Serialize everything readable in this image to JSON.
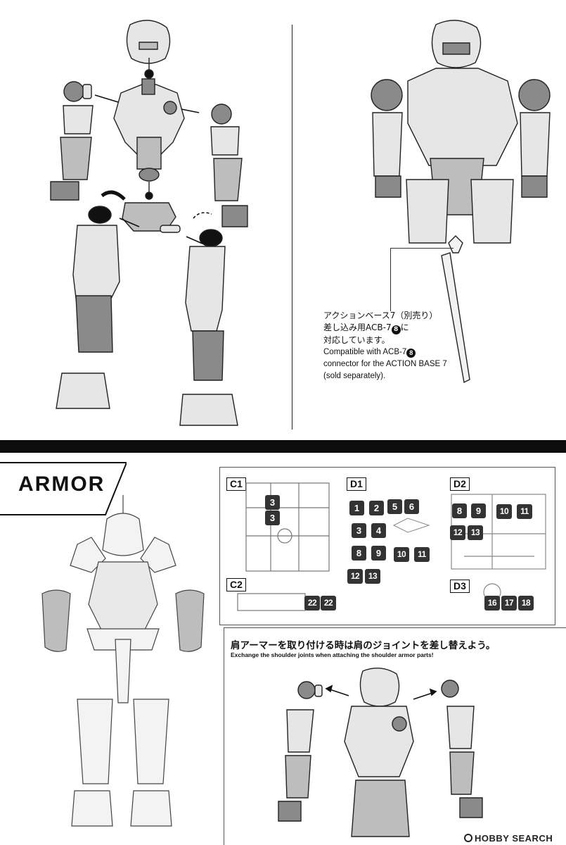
{
  "compat_note": {
    "jp_line1": "アクションベース7（別売り）",
    "jp_line2_pre": "差し込み用ACB-7",
    "jp_line2_post": "に",
    "jp_line3": "対応しています。",
    "en_line1_pre": "Compatible with ACB-7",
    "en_line2": "connector for the ACTION BASE 7",
    "en_line3": "(sold separately).",
    "circle_number": "8"
  },
  "armor": {
    "title": "ARMOR"
  },
  "runners": {
    "c1": {
      "label": "C1",
      "parts": [
        "3",
        "3"
      ]
    },
    "c2": {
      "label": "C2",
      "parts": [
        "22",
        "22"
      ]
    },
    "d1": {
      "label": "D1",
      "parts": [
        "1",
        "2",
        "5",
        "6",
        "3",
        "4",
        "8",
        "9",
        "10",
        "11",
        "12",
        "13"
      ]
    },
    "d2": {
      "label": "D2",
      "parts": [
        "8",
        "9",
        "10",
        "11",
        "12",
        "13"
      ]
    },
    "d3": {
      "label": "D3",
      "parts": [
        "16",
        "17",
        "18"
      ]
    }
  },
  "shoulder": {
    "jp": "肩アーマーを取り付ける時は肩のジョイントを差し替えよう。",
    "en": "Exchange the shoulder joints when attaching the shoulder armor parts!"
  },
  "watermark": {
    "text": "HOBBY SEARCH"
  },
  "colors": {
    "ink": "#111111",
    "tag": "#333333",
    "band": "#0c0c0c",
    "fill_light": "#e6e6e6",
    "fill_mid": "#bdbdbd",
    "fill_dark": "#8a8a8a"
  }
}
